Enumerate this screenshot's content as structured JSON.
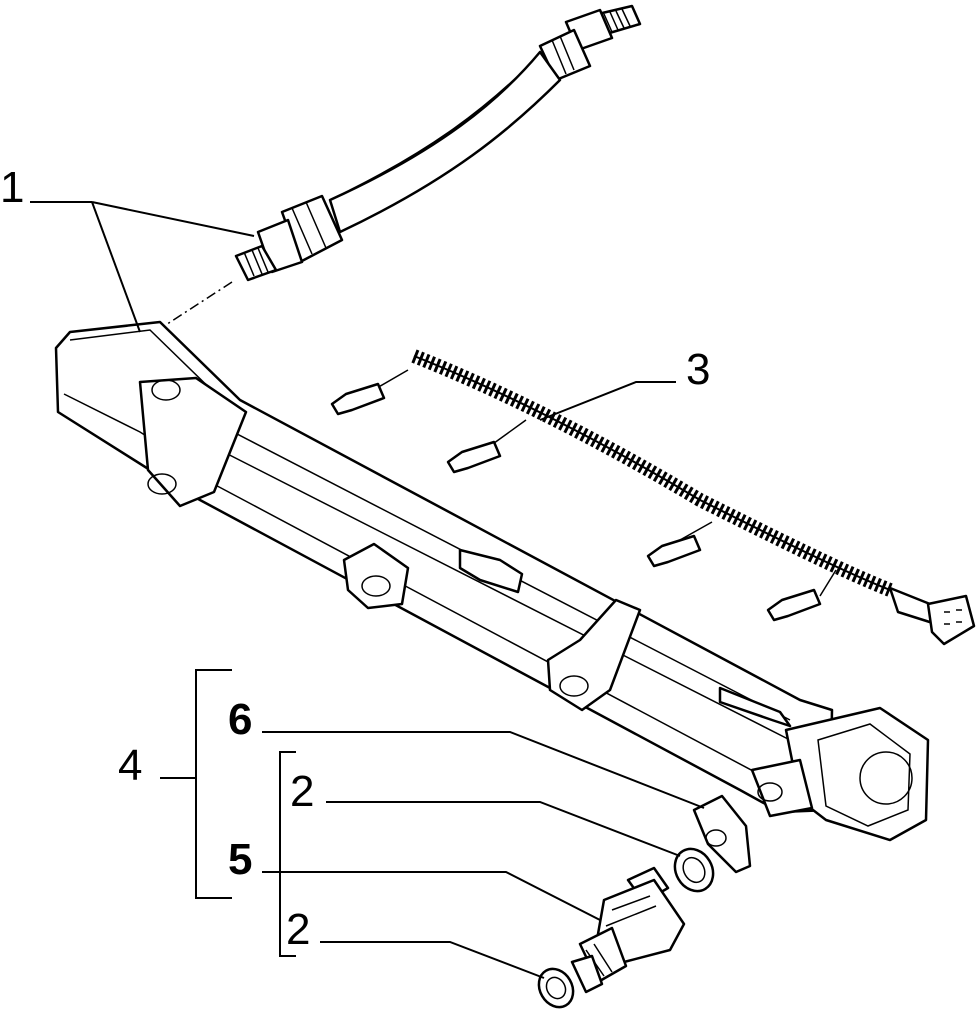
{
  "callouts": {
    "c1": "1",
    "c2a": "2",
    "c2b": "2",
    "c3": "3",
    "c4": "4",
    "c5": "5",
    "c6": "6"
  },
  "parts": {
    "hose": "fuel-hose-icon",
    "rail": "fuel-rail-icon",
    "harness": "wiring-harness-icon",
    "injector": "fuel-injector-icon",
    "seal": "o-ring-icon",
    "clip": "retaining-clip-icon"
  }
}
